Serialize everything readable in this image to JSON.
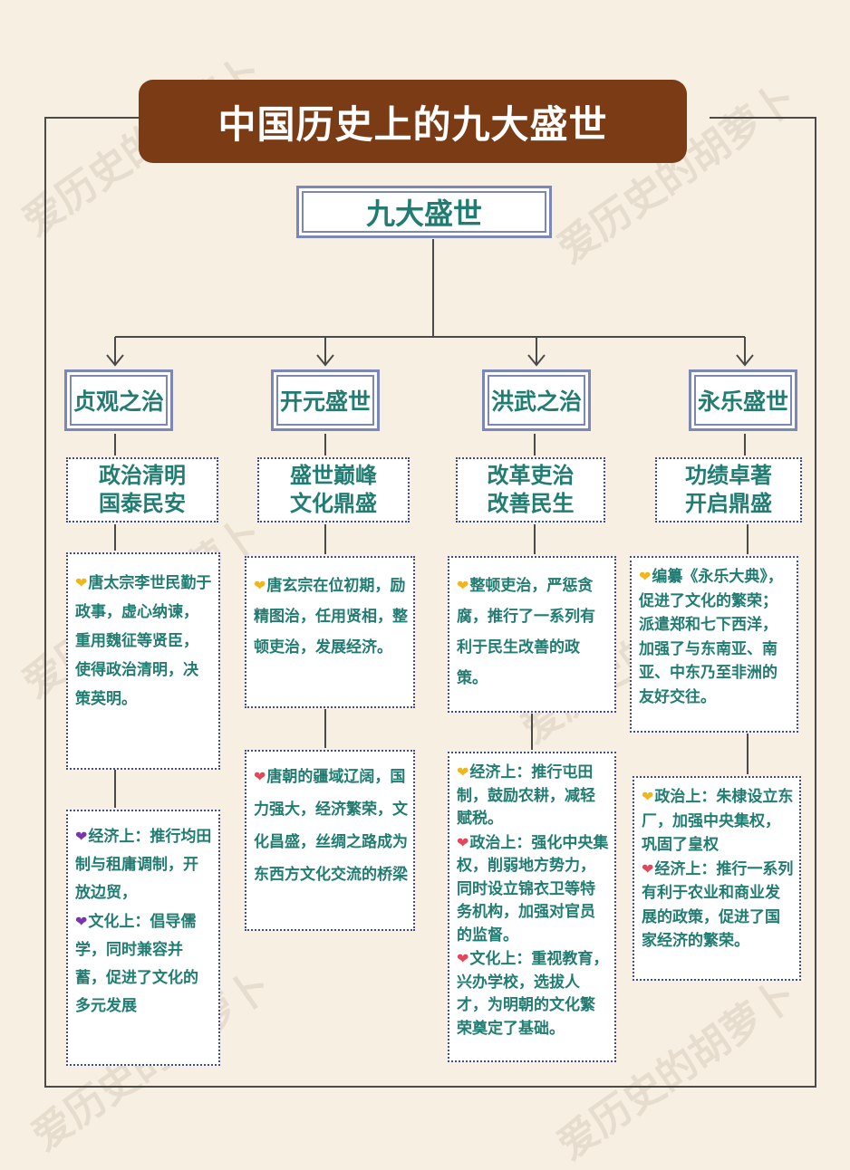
{
  "title": "中国历史上的九大盛世",
  "root": "九大盛世",
  "colors": {
    "background": "#f7efe1",
    "banner": "#7a3b15",
    "text": "#217c72",
    "border": "#7c87b9",
    "dotted_border": "#404a8c",
    "heart_yellow": "#f1b61c",
    "heart_red": "#e6465a",
    "heart_purple": "#7a35a8"
  },
  "watermark": "爱历史的胡萝卜",
  "eras": [
    {
      "name": "贞观之治",
      "summary": [
        "政治清明",
        "国泰民安"
      ],
      "details": [
        [
          {
            "heart": "yellow",
            "text": "唐太宗李世民勤于政事，虚心纳谏，重用魏征等贤臣，使得政治清明，决策英明。"
          }
        ],
        [
          {
            "heart": "purple",
            "text": "经济上：推行均田制与租庸调制，开放边贸，"
          },
          {
            "heart": "purple",
            "text": "文化上：倡导儒学，同时兼容并蓄，促进了文化的多元发展"
          }
        ]
      ]
    },
    {
      "name": "开元盛世",
      "summary": [
        "盛世巅峰",
        "文化鼎盛"
      ],
      "details": [
        [
          {
            "heart": "yellow",
            "text": "唐玄宗在位初期，励精图治，任用贤相，整顿吏治，发展经济。"
          }
        ],
        [
          {
            "heart": "red",
            "text": "唐朝的疆域辽阔，国力强大，经济繁荣，文化昌盛，丝绸之路成为东西方文化交流的桥梁"
          }
        ]
      ]
    },
    {
      "name": "洪武之治",
      "summary": [
        "改革吏治",
        "改善民生"
      ],
      "details": [
        [
          {
            "heart": "yellow",
            "text": "整顿吏治，严惩贪腐，推行了一系列有利于民生改善的政策。"
          }
        ],
        [
          {
            "heart": "yellow",
            "text": "经济上：推行屯田制，鼓励农耕，减轻赋税。"
          },
          {
            "heart": "red",
            "text": "政治上：强化中央集权，削弱地方势力，同时设立锦衣卫等特务机构，加强对官员的监督。"
          },
          {
            "heart": "red",
            "text": "文化上：重视教育，兴办学校，选拔人才，为明朝的文化繁荣奠定了基础。"
          }
        ]
      ]
    },
    {
      "name": "永乐盛世",
      "summary": [
        "功绩卓著",
        "开启鼎盛"
      ],
      "details": [
        [
          {
            "heart": "yellow",
            "text": "编纂《永乐大典》，促进了文化的繁荣；派遣郑和七下西洋，加强了与东南亚、南亚、中东乃至非洲的友好交往。"
          }
        ],
        [
          {
            "heart": "yellow",
            "text": "政治上：朱棣设立东厂，加强中央集权，巩固了皇权"
          },
          {
            "heart": "red",
            "text": "经济上：推行一系列有利于农业和商业发展的政策，促进了国家经济的繁荣。"
          }
        ]
      ]
    }
  ]
}
